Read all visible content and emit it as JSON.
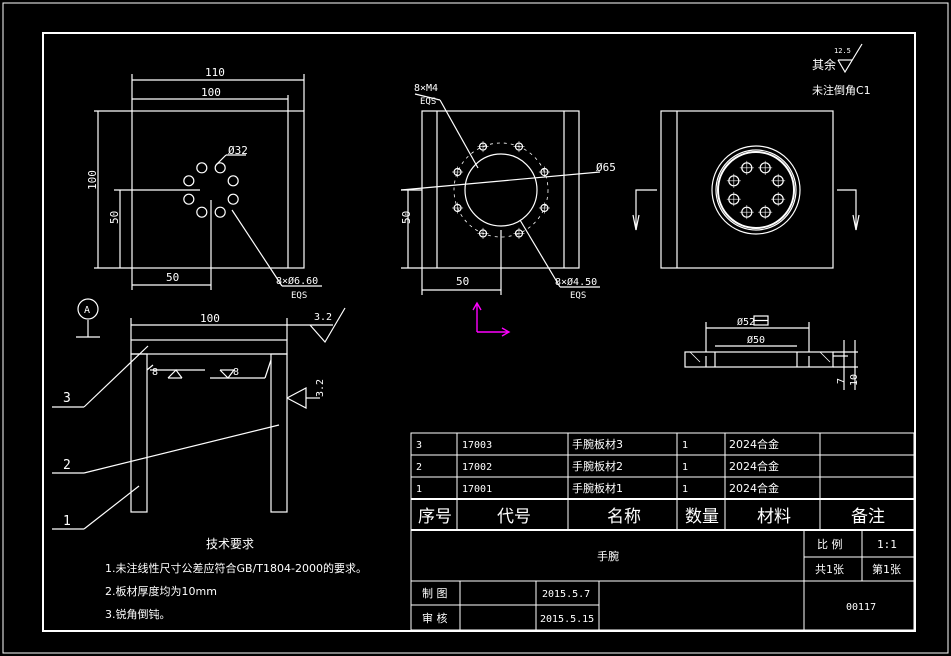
{
  "dims": {
    "front_110": "110",
    "front_100": "100",
    "front_h100": "100",
    "front_h50": "50",
    "front_w50": "50",
    "front_phi32": "Ø32",
    "front_hole_note": "8×Ø6.60",
    "front_eqs": "EQS",
    "mid_m4_note": "8×M4",
    "mid_eqs_top": "EQS",
    "mid_phi65": "Ø65",
    "mid_h50": "50",
    "mid_w50": "50",
    "mid_hole_note": "8×Ø4.50",
    "mid_eqs_bottom": "EQS",
    "side_phi52": "Ø52",
    "side_phi50": "Ø50",
    "side_7": "7",
    "side_10": "10",
    "weld_100": "100",
    "weld_8a": "8",
    "weld_8b": "8",
    "rough_32a": "3.2",
    "rough_32b": "3.2",
    "datum_a": "A"
  },
  "top_note": {
    "rest_label": "其余",
    "rest_value": "12.5",
    "chamfer": "未注倒角C1"
  },
  "balloons": [
    "3",
    "2",
    "1"
  ],
  "tech": {
    "title": "技术要求",
    "items": [
      "1.未注线性尺寸公差应符合GB/T1804-2000的要求。",
      "2.板材厚度均为10mm",
      "3.锐角倒钝。"
    ]
  },
  "bom": {
    "headers": [
      "序号",
      "代号",
      "名称",
      "数量",
      "材料",
      "备注"
    ],
    "rows": [
      [
        "3",
        "17003",
        "手腕板材3",
        "1",
        "2024合金",
        ""
      ],
      [
        "2",
        "17002",
        "手腕板材2",
        "1",
        "2024合金",
        ""
      ],
      [
        "1",
        "17001",
        "手腕板材1",
        "1",
        "2024合金",
        ""
      ]
    ]
  },
  "title_block": {
    "name": "手腕",
    "scale_label": "比 例",
    "scale_value": "1:1",
    "sheets_total": "共1张",
    "sheet_no": "第1张",
    "draw_label": "制 图",
    "draw_date": "2015.5.7",
    "check_label": "审 核",
    "check_date": "2015.5.15",
    "drawing_no": "00117"
  },
  "colors": {
    "background": "#000000",
    "lines": "#ffffff",
    "ucs_icon": "#ff00ff"
  }
}
